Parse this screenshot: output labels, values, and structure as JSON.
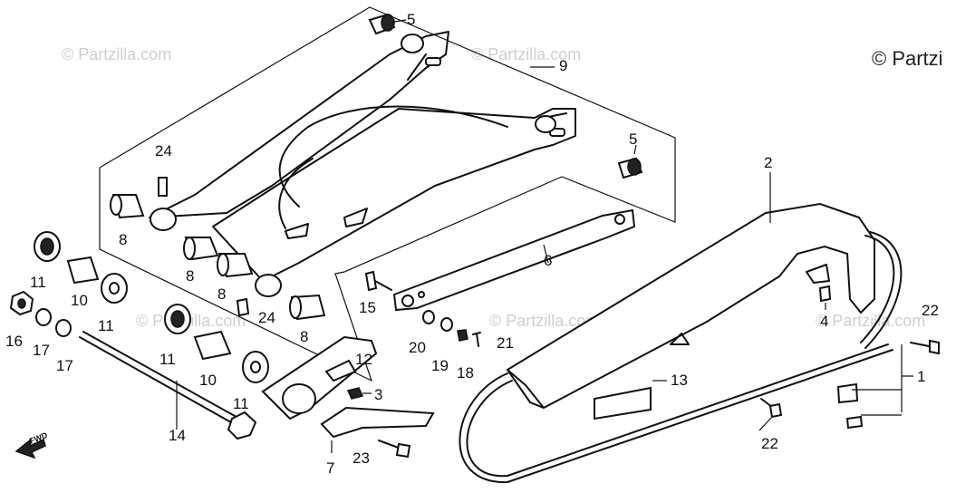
{
  "watermarks": {
    "repeat": "© Partzilla.com",
    "corner": "© Partzi"
  },
  "fwd_label": "FWD",
  "callouts": {
    "c1": "1",
    "c2": "2",
    "c3": "3",
    "c4": "4",
    "c5a": "5",
    "c5b": "5",
    "c6": "6",
    "c7": "7",
    "c8a": "8",
    "c8b": "8",
    "c8c": "8",
    "c8d": "8",
    "c9": "9",
    "c10a": "10",
    "c10b": "10",
    "c11a": "11",
    "c11b": "11",
    "c11c": "11",
    "c11d": "11",
    "c12": "12",
    "c13": "13",
    "c14": "14",
    "c15": "15",
    "c16": "16",
    "c17a": "17",
    "c17b": "17",
    "c18": "18",
    "c19": "19",
    "c20": "20",
    "c21": "21",
    "c22a": "22",
    "c22b": "22",
    "c23": "23",
    "c24a": "24",
    "c24b": "24"
  },
  "colors": {
    "ink": "#111111",
    "watermark": "#cfcfcf",
    "background": "#ffffff"
  }
}
